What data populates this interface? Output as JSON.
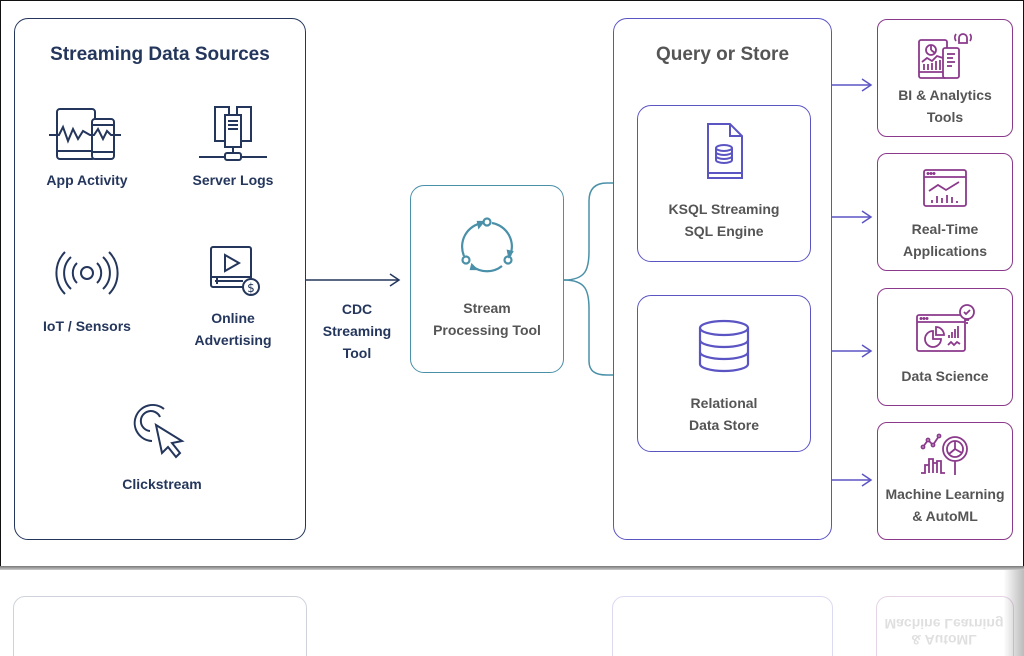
{
  "sources": {
    "title": "Streaming Data Sources",
    "items": [
      {
        "label": "App Activity",
        "icon": "tablet-phone-activity-icon"
      },
      {
        "label": "Server Logs",
        "icon": "server-network-icon"
      },
      {
        "label": "IoT / Sensors",
        "icon": "wireless-signal-icon"
      },
      {
        "label": "Online Advertising",
        "label_line1": "Online",
        "label_line2": "Advertising",
        "icon": "video-dollar-icon"
      },
      {
        "label": "Clickstream",
        "icon": "cursor-click-icon"
      }
    ]
  },
  "cdc": {
    "line1": "CDC",
    "line2": "Streaming",
    "line3": "Tool"
  },
  "stream_processing": {
    "line1": "Stream",
    "line2": "Processing Tool",
    "icon": "cycle-icon"
  },
  "query_store": {
    "title": "Query or Store",
    "items": [
      {
        "line1": "KSQL Streaming",
        "line2": "SQL Engine",
        "icon": "database-file-icon"
      },
      {
        "line1": "Relational",
        "line2": "Data Store",
        "icon": "database-icon"
      }
    ]
  },
  "outputs": [
    {
      "line1": "BI & Analytics",
      "line2": "Tools",
      "icon": "dashboard-devices-icon"
    },
    {
      "line1": "Real-Time",
      "line2": "Applications",
      "icon": "browser-chart-icon"
    },
    {
      "line1": "Data Science",
      "line2": "",
      "icon": "pie-chart-lightbulb-icon"
    },
    {
      "line1": "Machine Learning",
      "line2": "& AutoML",
      "icon": "chart-magnifier-icon"
    }
  ],
  "colors": {
    "navy": "#24365c",
    "teal": "#4a90a8",
    "indigo": "#5b55c4",
    "purple": "#8b3a8b",
    "text_gray": "#555555"
  }
}
